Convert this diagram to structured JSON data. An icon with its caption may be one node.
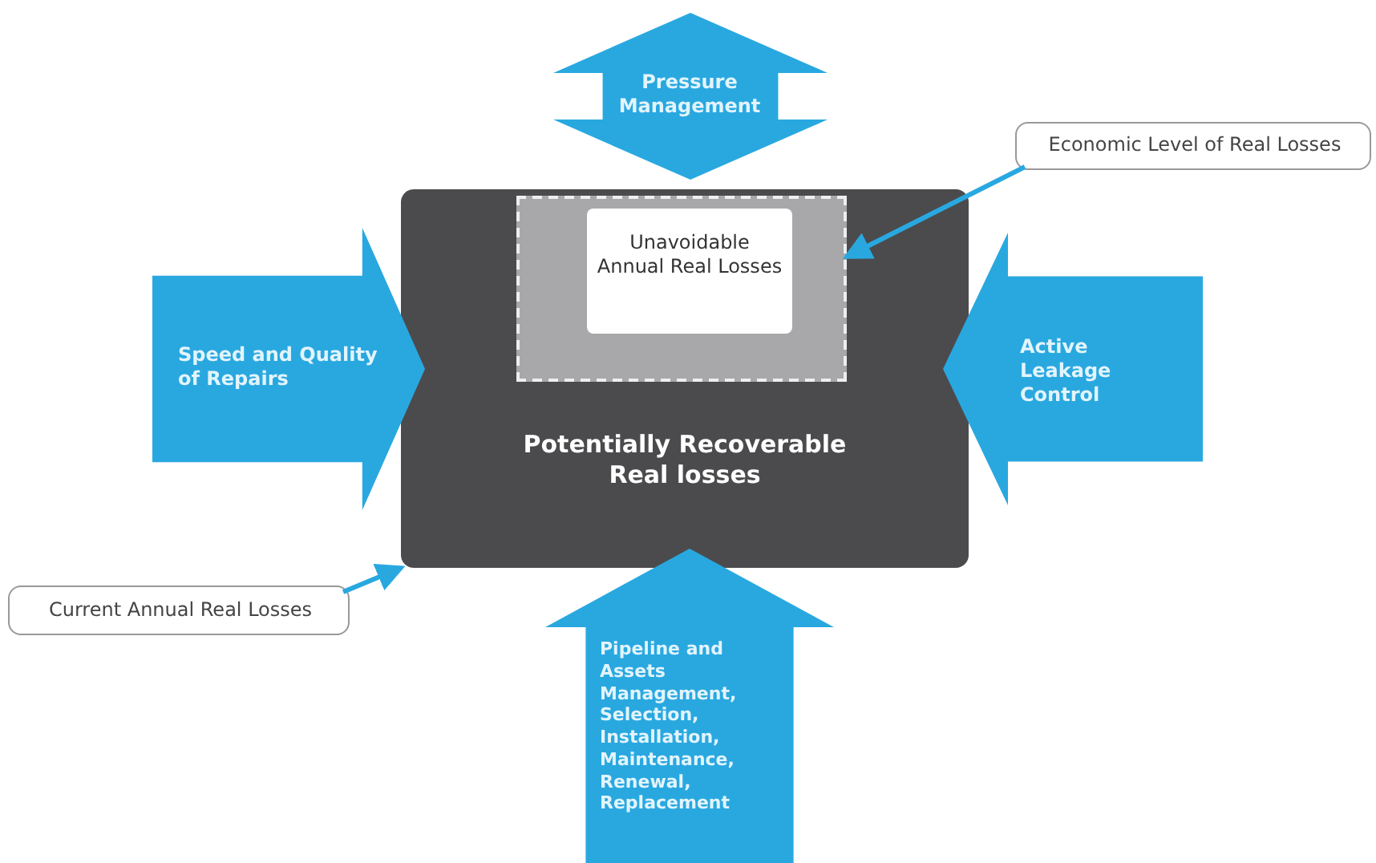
{
  "diagram": {
    "nodes": [
      {
        "text": [
          "Pressure Management"
        ]
      },
      {
        "text": [
          "Economic Level of Real Losses"
        ]
      },
      {
        "text": [
          "Potentially Recoverable Real losses"
        ]
      },
      {
        "text": [],
        "shape": "box",
        "in": 2
      },
      {
        "text": [
          "Unavoidable Annual Real Losses"
        ],
        "in": 3
      },
      {
        "text": [
          "Speed and Quality of Repairs"
        ]
      },
      {
        "text": [
          "Active Leakage Control"
        ]
      },
      {
        "text": [
          "Current Annual Real Losses"
        ]
      },
      {
        "text": [
          "Pipeline and Assets Management, Selection, Installation, Maintenance, Renewal, Replacement"
        ]
      }
    ],
    "edges": [
      {
        "from": 1,
        "to": 3,
        "arrow": "to"
      },
      {
        "from": 7,
        "to": 2,
        "arrow": "to"
      }
    ]
  }
}
